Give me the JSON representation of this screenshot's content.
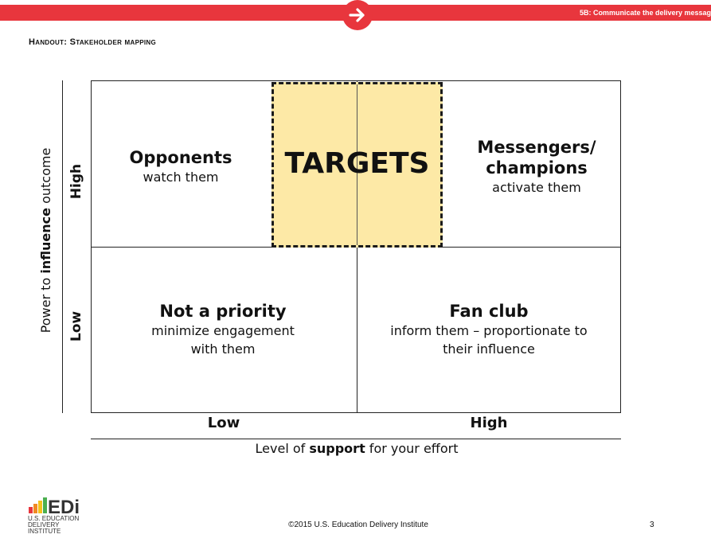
{
  "header": {
    "section": "5B: Communicate the delivery messag",
    "handout_title_prefix": "Handout:",
    "handout_title": "Stakeholder mapping"
  },
  "matrix": {
    "targets_label": "TARGETS",
    "quadrants": {
      "top_left": {
        "title": "Opponents",
        "sub": "watch them"
      },
      "top_right": {
        "title1": "Messengers/",
        "title2": "champions",
        "sub": "activate them"
      },
      "bottom_left": {
        "title": "Not a priority",
        "sub1": "minimize engagement",
        "sub2": "with them"
      },
      "bottom_right": {
        "title": "Fan club",
        "sub1": "inform them – proportionate to",
        "sub2": "their influence"
      }
    },
    "y_axis": {
      "label_pre": "Power to ",
      "label_bold": "influence",
      "label_post": " outcome",
      "high": "High",
      "low": "Low"
    },
    "x_axis": {
      "label_pre": "Level of ",
      "label_bold": "support",
      "label_post": " for your effort",
      "low": "Low",
      "high": "High"
    }
  },
  "footer": {
    "logo_text": "EDi",
    "logo_sub1": "U.S. EDUCATION",
    "logo_sub2": "DELIVERY INSTITUTE",
    "copyright": "©2015 U.S. Education Delivery Institute",
    "page_number": "3"
  },
  "colors": {
    "accent": "#e8363d",
    "targets_fill": "#fde9a6"
  }
}
